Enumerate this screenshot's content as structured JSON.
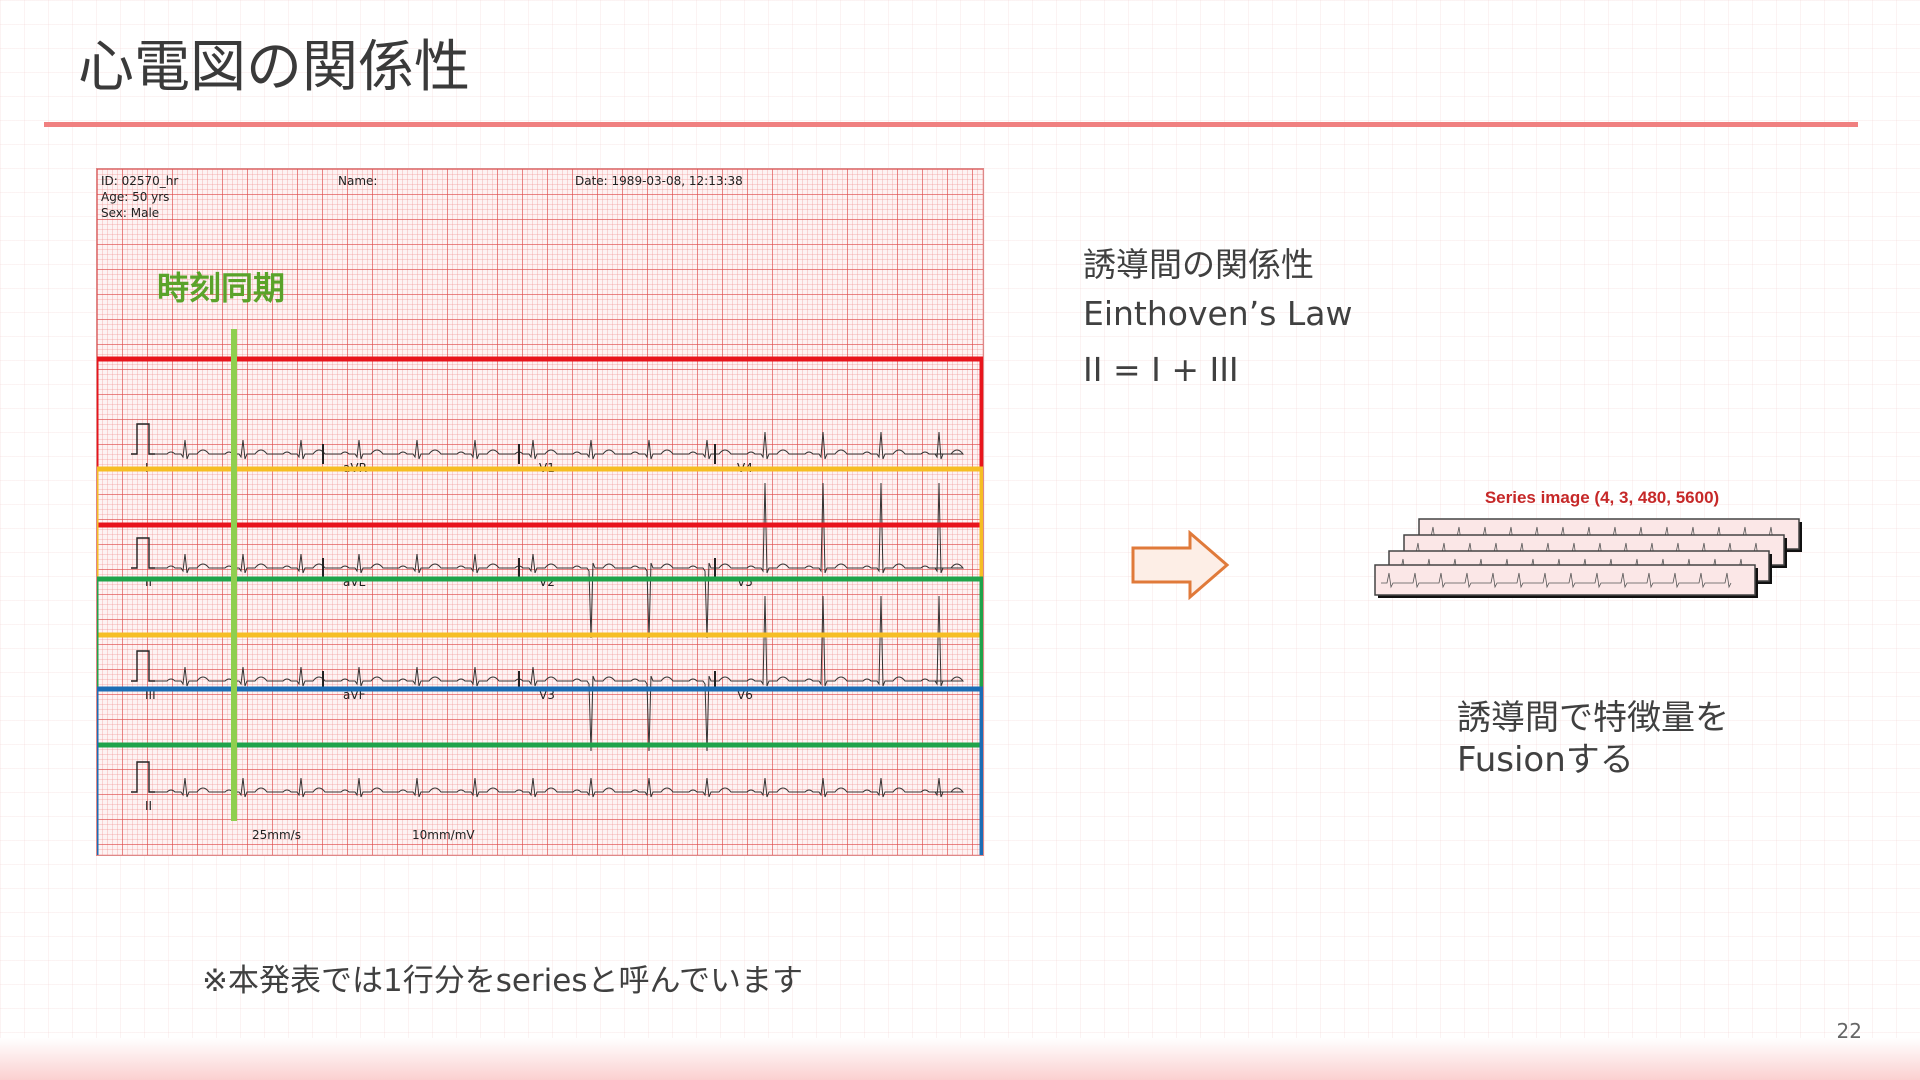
{
  "slide": {
    "title": "心電図の関係性",
    "page_number": "22",
    "footnote": "※本発表では1行分をseriesと呼んでいます"
  },
  "ecg": {
    "id_line": "ID: 02570_hr",
    "age_line": "Age: 50 yrs",
    "sex_line": "Sex: Male",
    "name_line": "Name:",
    "date_line": "Date: 1989-03-08, 12:13:38",
    "sync_label": "時刻同期",
    "speed_label": "25mm/s",
    "gain_label": "10mm/mV",
    "lead_rows": [
      [
        "I",
        "aVR",
        "V1",
        "V4"
      ],
      [
        "II",
        "aVL",
        "V2",
        "V5"
      ],
      [
        "III",
        "aVF",
        "V3",
        "V6"
      ],
      [
        "II"
      ]
    ],
    "box_colors": [
      "#e8141c",
      "#f6be24",
      "#1fa34a",
      "#1b6db5"
    ],
    "sync_line_color": "#8fcf4f"
  },
  "relations": {
    "heading": "誘導間の関係性",
    "law": "Einthoven’s Law",
    "equation": "II = I + III"
  },
  "series_image": {
    "label": "Series image (4, 3, 480, 5600)",
    "label_color": "#c62828"
  },
  "fusion": {
    "line1": "誘導間で特徴量を",
    "line2": "Fusionする"
  },
  "colors": {
    "accent_rule": "#f08080",
    "arrow_stroke": "#e07a3a",
    "arrow_fill": "#fdeee6"
  }
}
